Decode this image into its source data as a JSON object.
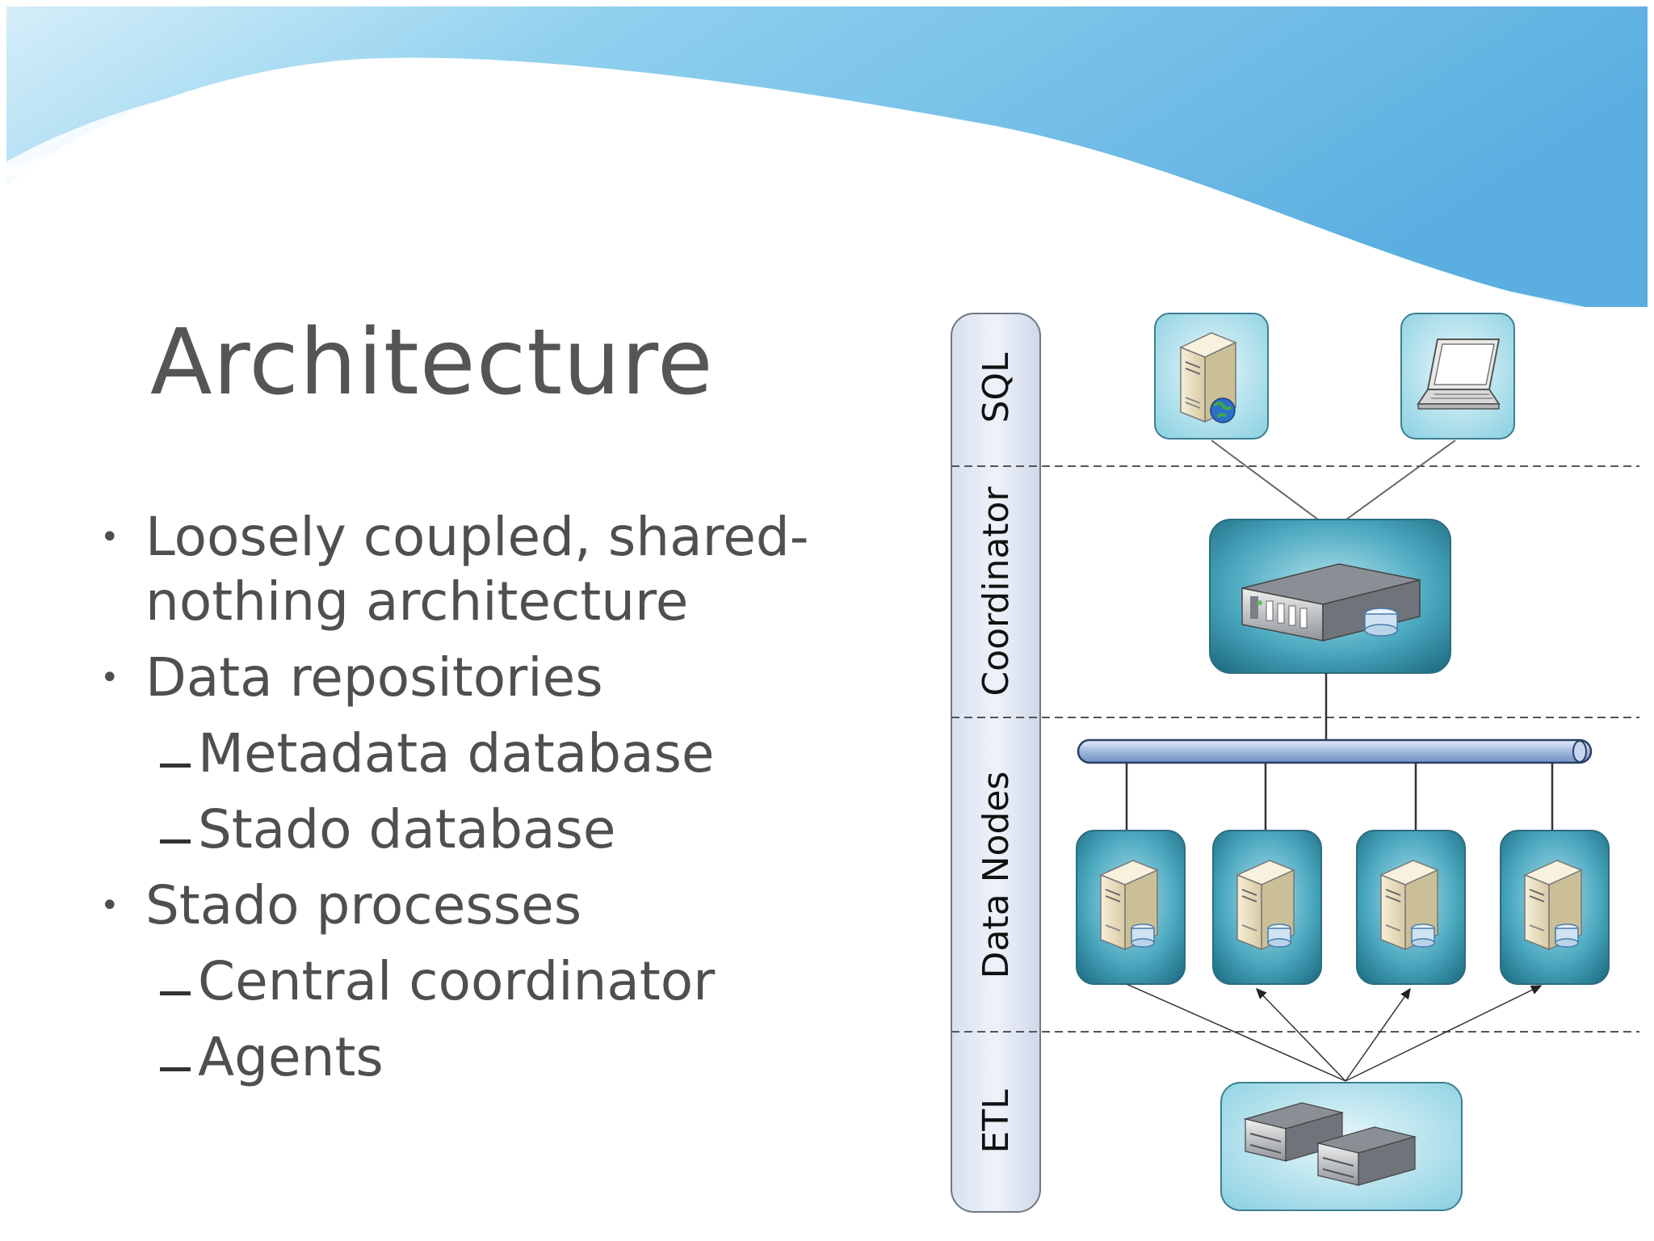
{
  "slide": {
    "title": "Architecture",
    "bullets": [
      {
        "text": "Loosely coupled, shared-\nnothing architecture",
        "level": 1
      },
      {
        "text": "Data repositories",
        "level": 1
      },
      {
        "text": "Metadata database",
        "level": 2
      },
      {
        "text": "Stado database",
        "level": 2
      },
      {
        "text": "Stado processes",
        "level": 1
      },
      {
        "text": "Central coordinator",
        "level": 2
      },
      {
        "text": "Agents",
        "level": 2
      }
    ]
  },
  "diagram": {
    "layers": [
      "SQL",
      "Coordinator",
      "Data Nodes",
      "ETL"
    ],
    "sql_clients": [
      "web-server-icon",
      "laptop-icon"
    ],
    "coordinator": "rack-server-icon",
    "interconnect": "network-bus",
    "data_node_icon": "database-server-icon",
    "data_node_count": 4,
    "etl": "server-cluster-icon"
  }
}
